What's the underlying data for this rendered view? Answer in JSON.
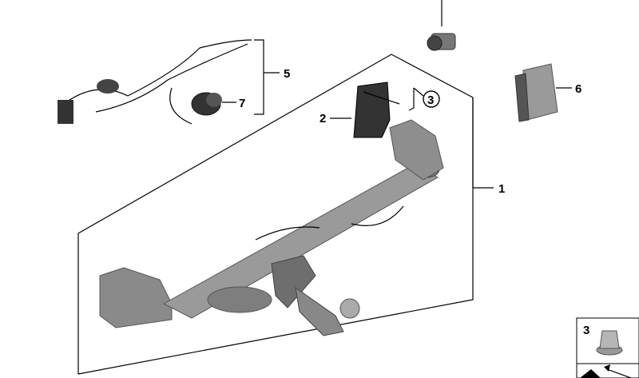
{
  "diagram": {
    "callouts": {
      "tow_bar": "1",
      "cover_plate": "2",
      "nut_ref": "3",
      "wiring_harness": "5",
      "control_module": "6",
      "socket_cap": "7"
    },
    "inset": {
      "nut_label": "3"
    },
    "colors": {
      "part_gray": "#8e8e8e",
      "dark_part": "#3a3a3a"
    }
  }
}
